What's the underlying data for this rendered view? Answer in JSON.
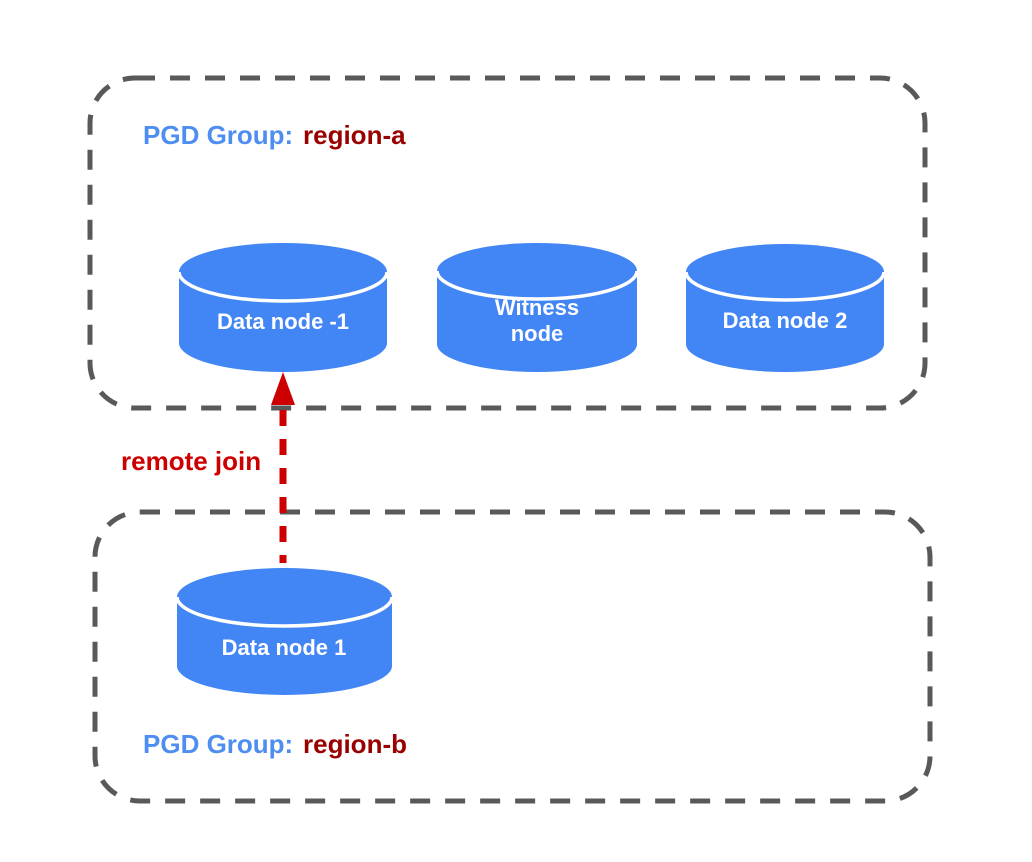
{
  "colors": {
    "background": "#FFFFFF",
    "node_fill": "#4285F4",
    "node_label": "#FFFFFF",
    "group_border": "#58595B",
    "group_label_blue": "#4E8EF0",
    "region_name_red": "#990000",
    "arrow_red": "#CC0000"
  },
  "groups": [
    {
      "label": "PGD Group:",
      "name": "region-a"
    },
    {
      "label": "PGD Group:",
      "name": "region-b"
    }
  ],
  "nodes": {
    "data_node_neg1": {
      "label": "Data node -1"
    },
    "witness": {
      "line1": "Witness",
      "line2": "node"
    },
    "data_node_2": {
      "label": "Data node 2"
    },
    "data_node_1": {
      "label": "Data node 1"
    }
  },
  "arrow": {
    "label": "remote join"
  }
}
